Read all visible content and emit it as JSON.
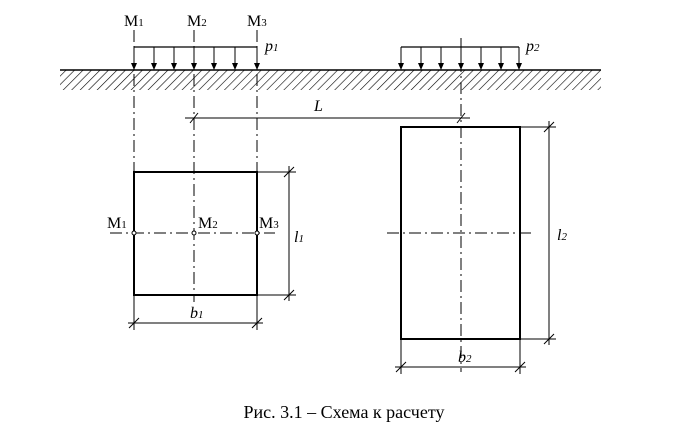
{
  "labels": {
    "m1_top": {
      "main": "M",
      "sub": "1"
    },
    "m2_top": {
      "main": "M",
      "sub": "2"
    },
    "m3_top": {
      "main": "M",
      "sub": "3"
    },
    "p1": {
      "main": "p",
      "sub": "1"
    },
    "p2": {
      "main": "p",
      "sub": "2"
    },
    "L": "L",
    "m1_plan": {
      "main": "M",
      "sub": "1"
    },
    "m2_plan": {
      "main": "M",
      "sub": "2"
    },
    "m3_plan": {
      "main": "M",
      "sub": "3"
    },
    "l1": {
      "main": "l",
      "sub": "1"
    },
    "b1": {
      "main": "b",
      "sub": "1"
    },
    "l2": {
      "main": "l",
      "sub": "2"
    },
    "b2": {
      "main": "b",
      "sub": "2"
    }
  },
  "caption": "Рис. 3.1 – Схема к расчету"
}
